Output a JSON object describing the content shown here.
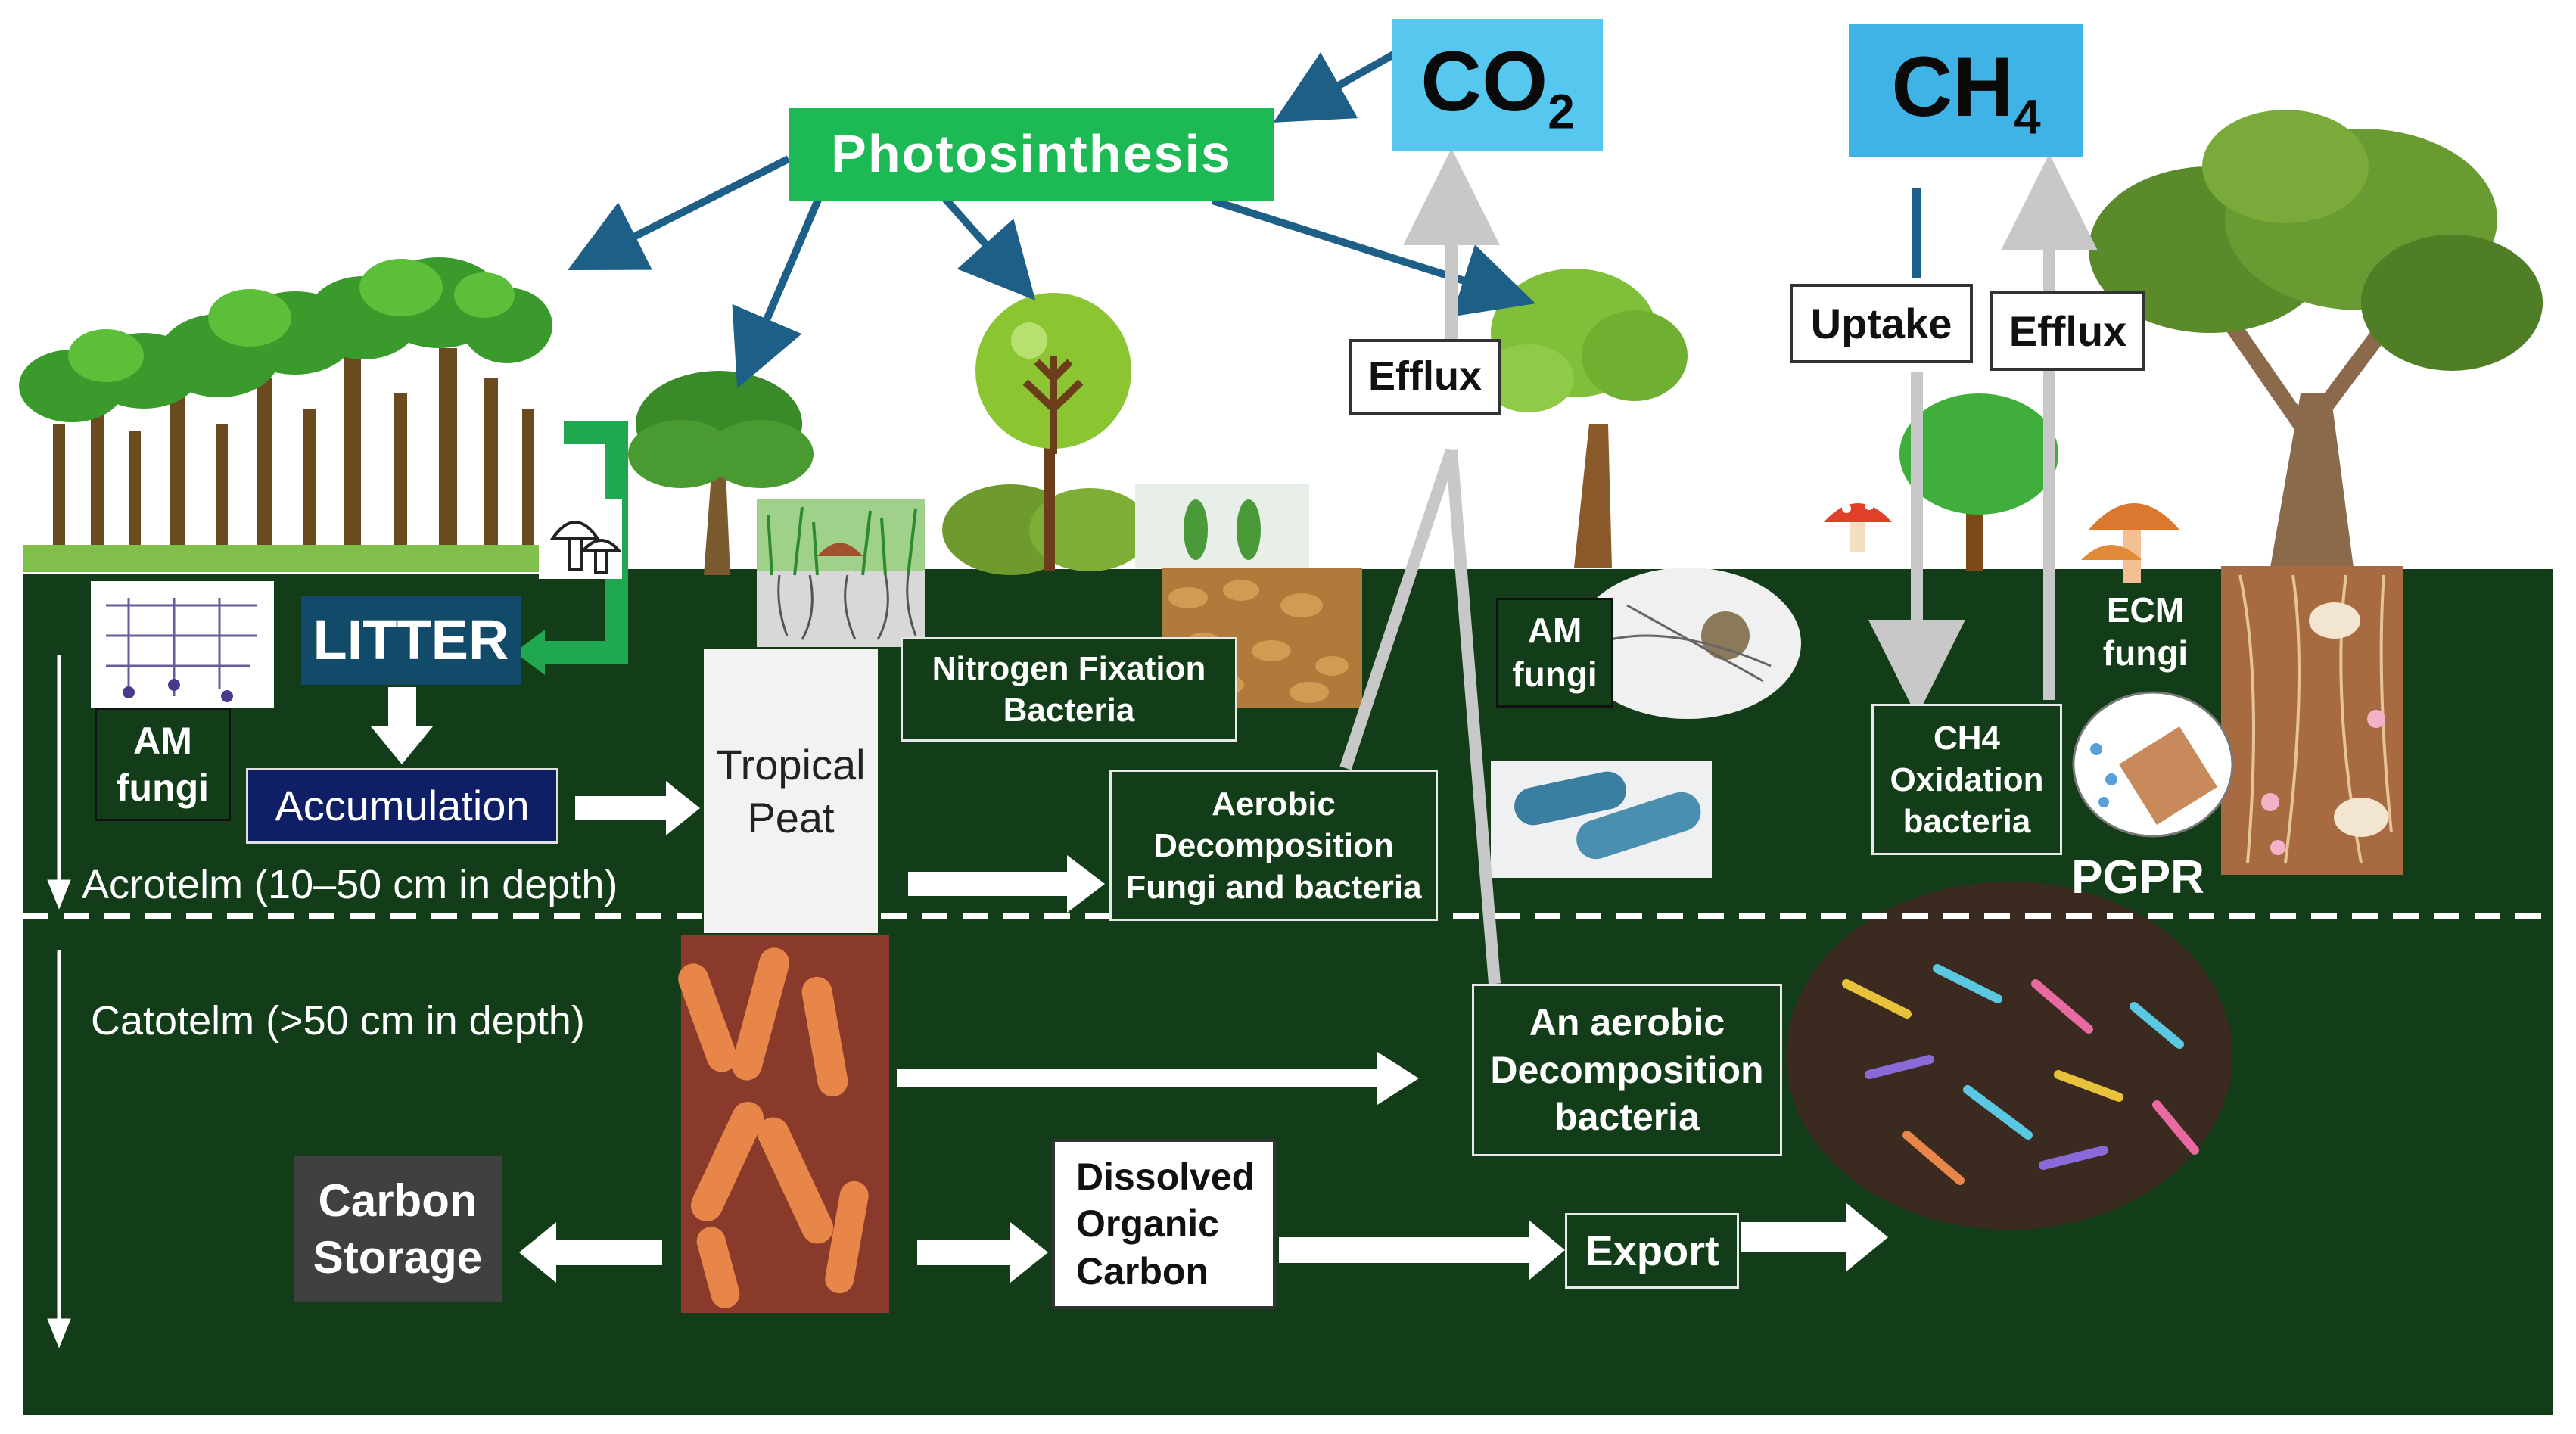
{
  "gases": {
    "co2": {
      "base": "CO",
      "sub": "2"
    },
    "ch4": {
      "base": "CH",
      "sub": "4"
    }
  },
  "labels": {
    "photosynthesis": "Photosinthesis",
    "efflux_co2": "Efflux",
    "uptake": "Uptake",
    "efflux_ch4": "Efflux",
    "litter": "LITTER",
    "accumulation": "Accumulation",
    "tropical_peat": "Tropical Peat",
    "am_fungi_left": "AM fungi",
    "nitrogen_fixation": "Nitrogen Fixation Bacteria",
    "aerobic_decomposition": "Aerobic Decomposition Fungi and bacteria",
    "am_fungi_mid": "AM fungi",
    "ch4_oxidation": "CH4 Oxidation bacteria",
    "ecm_fungi": "ECM fungi",
    "pgpr": "PGPR",
    "acrotelm": "Acrotelm (10–50 cm in depth)",
    "catotelm": "Catotelm (>50 cm in depth)",
    "anaerobic_decomposition": "An aerobic Decomposition bacteria",
    "carbon_storage": "Carbon Storage",
    "doc": "Dissolved Organic Carbon",
    "export": "Export"
  },
  "colors": {
    "soil": "#123d18",
    "photosynthesis_box": "#1db954",
    "co2_box": "#56c8f0",
    "ch4_box": "#3fb3e6",
    "litter_box": "#124a6a",
    "accumulation_box": "#0f1f66",
    "carbon_storage_box": "#404040",
    "arrow_blue": "#1d5f86",
    "arrow_grey": "#c8c8c8",
    "arrow_green": "#1fa84f"
  }
}
